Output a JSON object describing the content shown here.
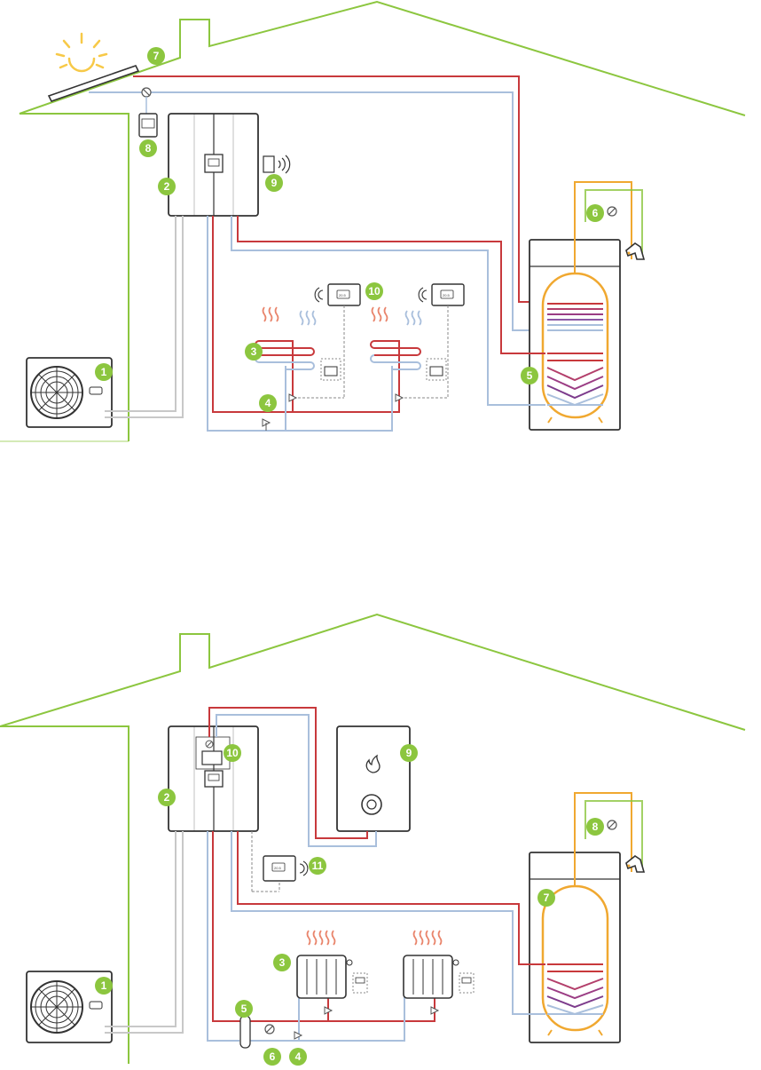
{
  "colors": {
    "house": "#8cc63f",
    "badge": "#8cc63f",
    "hot": "#c8393c",
    "cold": "#a9bfdc",
    "sanitary": "#f0a830",
    "grey": "#c8c8c8",
    "purple": "#7d3c8c",
    "sun": "#f7c948",
    "outline": "#333333"
  },
  "icons": [
    "sun-icon",
    "fan-icon",
    "flame-icon",
    "wifi-icon",
    "tap-icon",
    "valve-icon",
    "heat-waves-icon",
    "thermostat-icon"
  ],
  "top": {
    "badges": {
      "b1": "1",
      "b2": "2",
      "b3": "3",
      "b4": "4",
      "b5": "5",
      "b6": "6",
      "b7": "7",
      "b8": "8",
      "b9": "9",
      "b10": "10"
    },
    "display_text": "20.5"
  },
  "bottom": {
    "badges": {
      "b1": "1",
      "b2": "2",
      "b3": "3",
      "b4": "4",
      "b5": "5",
      "b6": "6",
      "b7": "7",
      "b8": "8",
      "b9": "9",
      "b10": "10",
      "b11": "11"
    },
    "display_text": "20.5"
  }
}
